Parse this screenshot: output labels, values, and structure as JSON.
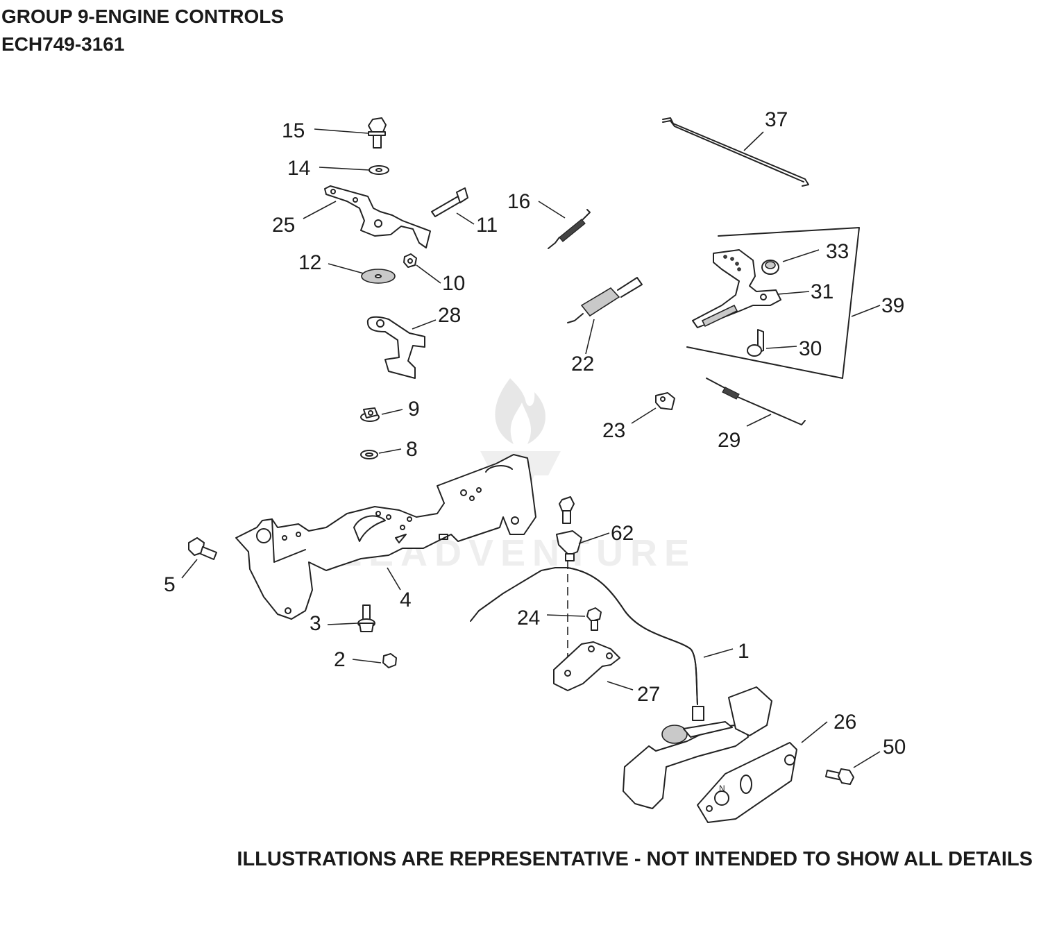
{
  "header": {
    "title_line1": "GROUP 9-ENGINE CONTROLS",
    "title_line2": "ECH749-3161"
  },
  "footer": {
    "disclaimer": "ILLUSTRATIONS ARE REPRESENTATIVE - NOT INTENDED TO SHOW ALL DETAILS"
  },
  "watermark": {
    "text": "LEADVENTURE"
  },
  "callouts": {
    "c1": "1",
    "c2": "2",
    "c3": "3",
    "c4": "4",
    "c5": "5",
    "c8": "8",
    "c9": "9",
    "c10": "10",
    "c11": "11",
    "c12": "12",
    "c14": "14",
    "c15": "15",
    "c16": "16",
    "c22": "22",
    "c23": "23",
    "c24": "24",
    "c25": "25",
    "c26": "26",
    "c27": "27",
    "c28": "28",
    "c29": "29",
    "c30": "30",
    "c31": "31",
    "c33": "33",
    "c37": "37",
    "c39": "39",
    "c50": "50",
    "c62": "62"
  },
  "colors": {
    "line": "#222222",
    "shade": "#c9c9c9",
    "watermark": "#d8d8d8"
  }
}
